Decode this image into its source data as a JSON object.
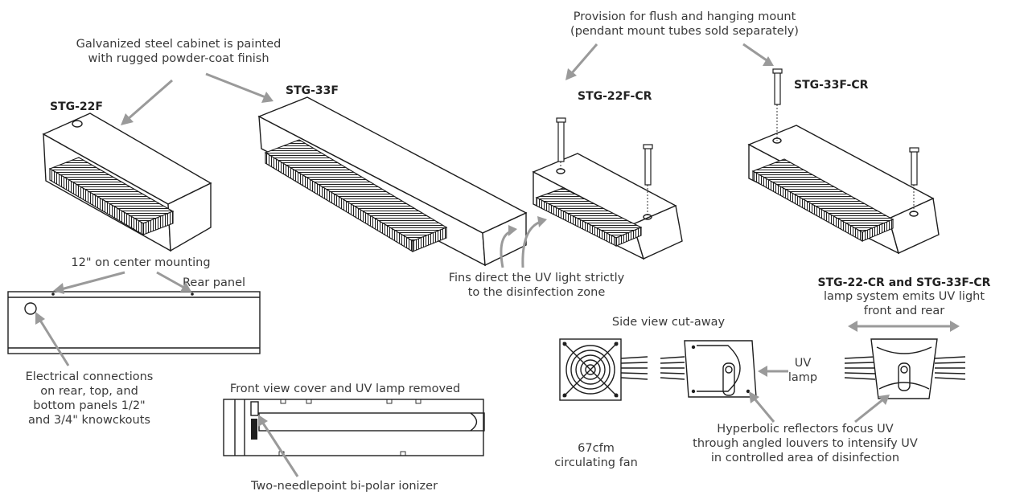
{
  "labels": {
    "galvanized": [
      "Galvanized steel cabinet is painted",
      "with rugged powder-coat finish"
    ],
    "provision": [
      "Provision for flush and hanging mount",
      "(pendant mount tubes sold separately)"
    ],
    "center_mount": "12\" on center mounting",
    "rear_panel": "Rear panel",
    "fins": [
      "Fins direct the UV light strictly",
      "to the disinfection zone"
    ],
    "cr_heading": "STG-22-CR and STG-33F-CR",
    "cr_desc": [
      "lamp system emits UV light",
      "front and rear"
    ],
    "side_view": "Side view cut-away",
    "uv_lamp": [
      "UV",
      "lamp"
    ],
    "electrical": [
      "Electrical connections",
      "on rear, top, and",
      "bottom panels 1/2\"",
      "and 3/4\" knowckouts"
    ],
    "front_view": "Front view cover and UV lamp removed",
    "ionizer": "Two-needlepoint bi-polar ionizer",
    "fan": [
      "67cfm",
      "circulating fan"
    ],
    "hyperbolic": [
      "Hyperbolic reflectors focus UV",
      "through angled louvers to intensify UV",
      "in controlled area of disinfection"
    ]
  },
  "models": {
    "stg22f": "STG-22F",
    "stg33f": "STG-33F",
    "stg22fcr": "STG-22F-CR",
    "stg33fcr": "STG-33F-CR"
  },
  "colors": {
    "line": "#1e1e1e",
    "arrow": "#9a9a9a",
    "text": "#3a3a3a"
  }
}
